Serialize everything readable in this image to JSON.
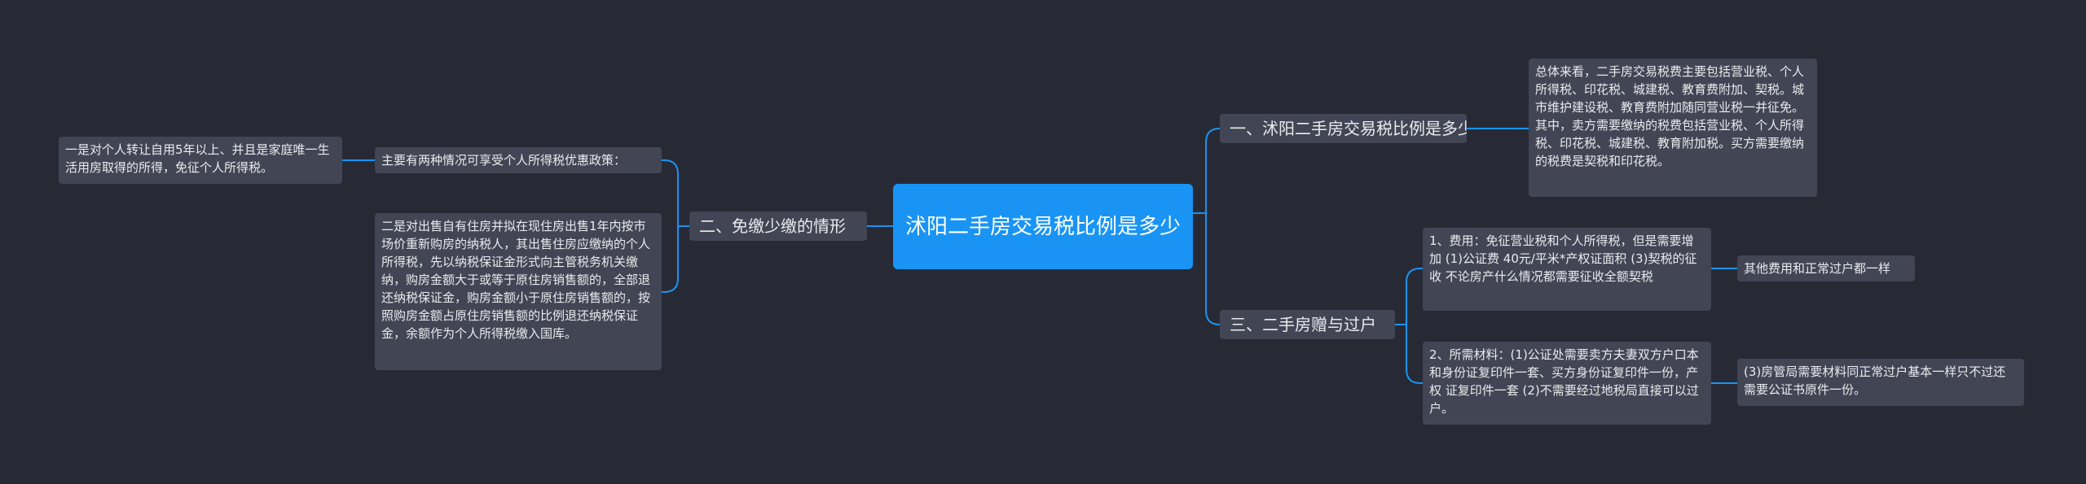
{
  "root": {
    "title": "沭阳二手房交易税比例是多少"
  },
  "branches": {
    "b1": {
      "label": "一、沭阳二手房交易税比例是多少",
      "detail": "总体来看，二手房交易税费主要包括营业税、个人所得税、印花税、城建税、教育费附加、契税。城市维护建设税、教育费附加随同营业税一并征免。其中，卖方需要缴纳的税费包括营业税、个人所得税、印花税、城建税、教育附加税。买方需要缴纳的税费是契税和印花税。"
    },
    "b2": {
      "label": "二、免缴少缴的情形",
      "sub1": "主要有两种情况可享受个人所得税优惠政策：",
      "sub1_detail": "一是对个人转让自用5年以上、并且是家庭唯一生活用房取得的所得，免征个人所得税。",
      "sub2": "二是对出售自有住房并拟在现住房出售1年内按市场价重新购房的纳税人，其出售住房应缴纳的个人所得税，先以纳税保证金形式向主管税务机关缴纳，购房金额大于或等于原住房销售额的，全部退还纳税保证金，购房金额小于原住房销售额的，按照购房金额占原住房销售额的比例退还纳税保证金，余额作为个人所得税缴入国库。"
    },
    "b3": {
      "label": "三、二手房赠与过户",
      "sub1": "1、费用：免征营业税和个人所得税，但是需要增加 (1)公证费 40元/平米*产权证面积 (3)契税的征收 不论房产什么情况都需要征收全额契税",
      "sub1_detail": "其他费用和正常过户都一样",
      "sub2": "2、所需材料：(1)公证处需要卖方夫妻双方户口本和身份证复印件一套、买方身份证复印件一份，产权 证复印件一套 (2)不需要经过地税局直接可以过户。",
      "sub2_detail": "(3)房管局需要材料同正常过户基本一样只不过还需要公证书原件一份。"
    }
  },
  "colors": {
    "background": "#272a35",
    "root": "#1a94f4",
    "node": "#424654",
    "connector": "#1a94f4"
  }
}
